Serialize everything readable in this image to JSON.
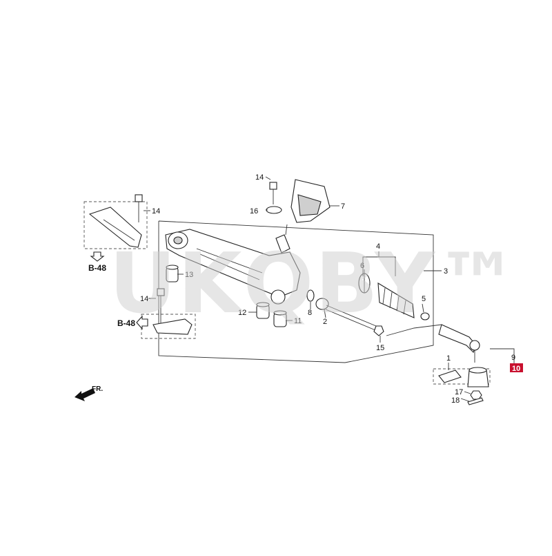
{
  "watermark": "UKQBY™",
  "callouts": {
    "c1": "1",
    "c2": "2",
    "c3": "3",
    "c4": "4",
    "c5": "5",
    "c6": "6",
    "c7": "7",
    "c8": "8",
    "c9": "9",
    "c10": "10",
    "c11": "11",
    "c12": "12",
    "c13": "13",
    "c14a": "14",
    "c14b": "14",
    "c14c": "14",
    "c15": "15",
    "c16": "16",
    "c17": "17",
    "c18": "18"
  },
  "refs": {
    "b48_upper": "B-48",
    "b48_lower": "B-48"
  },
  "front_indicator": "FR.",
  "colors": {
    "highlight": "#c8102e",
    "lines": "#222222",
    "watermark": "#cfcfcf"
  }
}
